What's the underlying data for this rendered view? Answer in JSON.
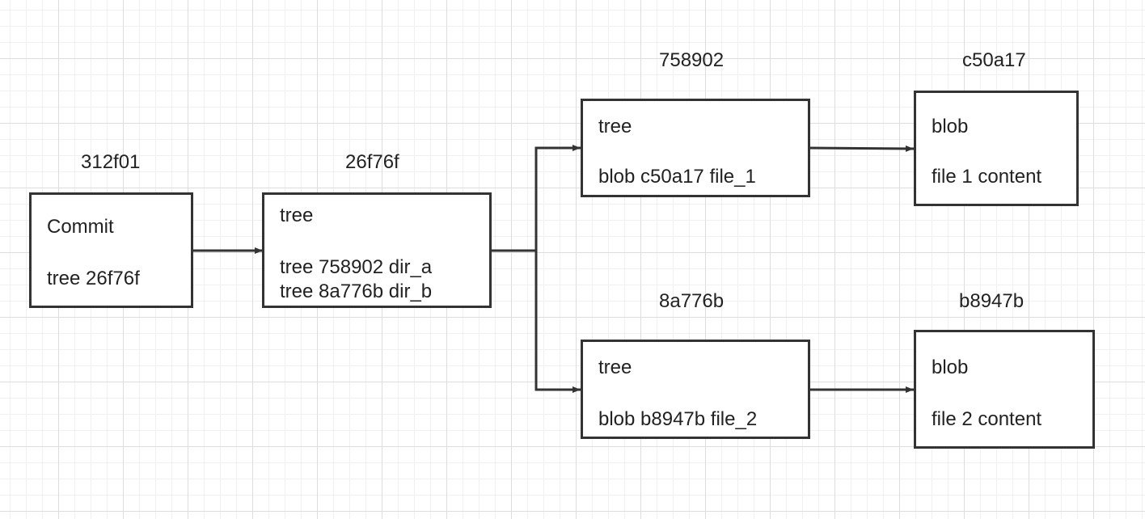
{
  "colors": {
    "stroke": "#333333",
    "grid_major": "#dddddd",
    "grid_minor": "#f0f0f0",
    "background": "#ffffff"
  },
  "nodes": {
    "commit": {
      "hash": "312f01",
      "title": "Commit",
      "lines": [
        "tree 26f76f"
      ]
    },
    "root_tree": {
      "hash": "26f76f",
      "title": "tree",
      "lines": [
        "tree 758902 dir_a",
        "tree 8a776b dir_b"
      ]
    },
    "dir_a_tree": {
      "hash": "758902",
      "title": "tree",
      "lines": [
        "blob c50a17 file_1"
      ]
    },
    "dir_b_tree": {
      "hash": "8a776b",
      "title": "tree",
      "lines": [
        "blob b8947b file_2"
      ]
    },
    "blob_1": {
      "hash": "c50a17",
      "title": "blob",
      "lines": [
        "file 1 content"
      ]
    },
    "blob_2": {
      "hash": "b8947b",
      "title": "blob",
      "lines": [
        "file 2 content"
      ]
    }
  }
}
